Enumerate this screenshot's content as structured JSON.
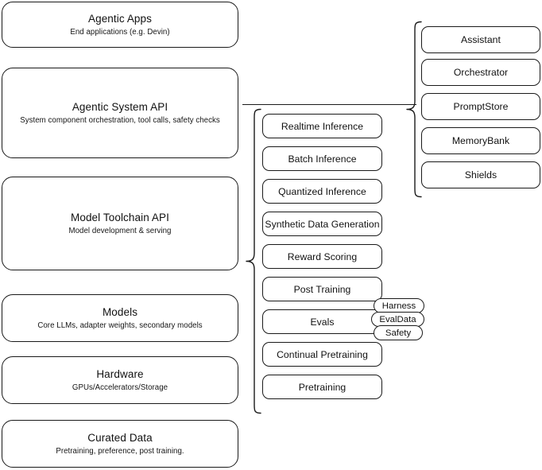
{
  "diagram": {
    "title": "AI Stack Layers Architecture Diagram",
    "stroke_color": "#1a1a1a",
    "background_color": "#ffffff"
  },
  "left_stack": {
    "items": [
      {
        "title": "Agentic Apps",
        "subtitle": "End applications (e.g. Devin)"
      },
      {
        "title": "Agentic System API",
        "subtitle": "System component orchestration, tool calls, safety checks"
      },
      {
        "title": "Model Toolchain API",
        "subtitle": "Model development & serving"
      },
      {
        "title": "Models",
        "subtitle": "Core LLMs, adapter weights, secondary models"
      },
      {
        "title": "Hardware",
        "subtitle": "GPUs/Accelerators/Storage"
      },
      {
        "title": "Curated Data",
        "subtitle": "Pretraining, preference, post training."
      }
    ]
  },
  "toolchain_column": {
    "items": [
      {
        "label": "Realtime Inference"
      },
      {
        "label": "Batch Inference"
      },
      {
        "label": "Quantized Inference"
      },
      {
        "label": "Synthetic Data Generation"
      },
      {
        "label": "Reward Scoring"
      },
      {
        "label": "Post Training"
      },
      {
        "label": "Evals"
      },
      {
        "label": "Continual Pretraining"
      },
      {
        "label": "Pretraining"
      }
    ]
  },
  "evals_badges": {
    "items": [
      {
        "label": "Harness"
      },
      {
        "label": "EvalData"
      },
      {
        "label": "Safety"
      }
    ]
  },
  "agentic_column": {
    "items": [
      {
        "label": "Assistant"
      },
      {
        "label": "Orchestrator"
      },
      {
        "label": "PromptStore"
      },
      {
        "label": "MemoryBank"
      },
      {
        "label": "Shields"
      }
    ]
  }
}
